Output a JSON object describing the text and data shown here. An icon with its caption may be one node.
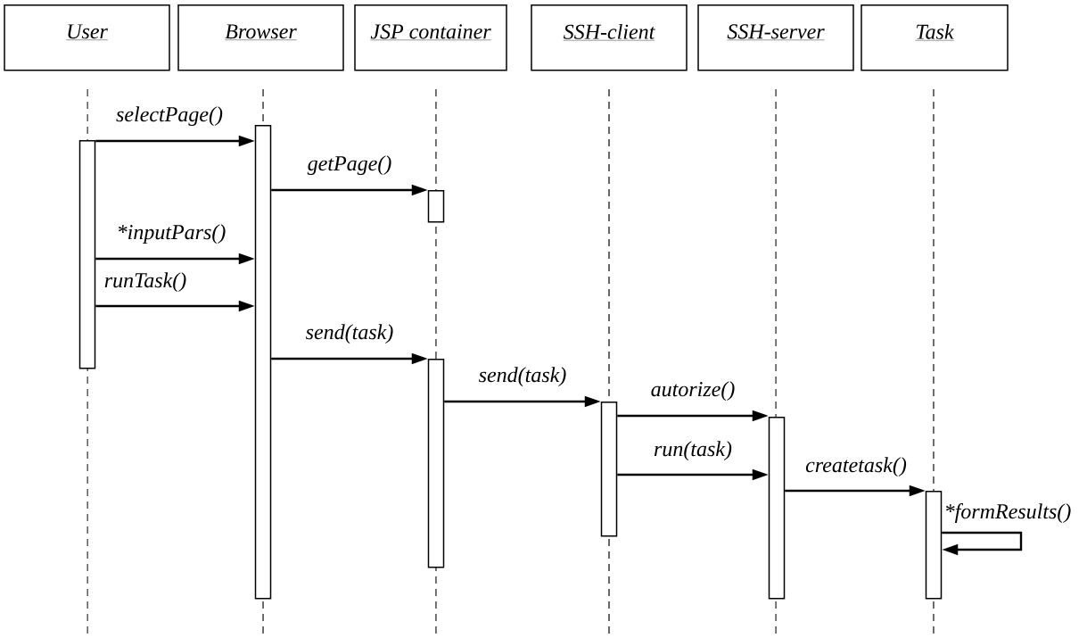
{
  "diagram": {
    "nodes": [
      {
        "text": [
          "User"
        ]
      },
      {
        "text": [
          "Browser"
        ]
      },
      {
        "text": [
          "JSP container"
        ]
      },
      {
        "text": [
          "SSH-client"
        ]
      },
      {
        "text": [
          "SSH-server"
        ]
      },
      {
        "text": [
          "Task"
        ]
      },
      {
        "text": [],
        "shape": "bar"
      },
      {
        "text": [],
        "shape": "bar"
      },
      {
        "text": [],
        "shape": "bar"
      },
      {
        "text": [],
        "shape": "bar"
      },
      {
        "text": [],
        "shape": "bar"
      },
      {
        "text": [],
        "shape": "bar"
      },
      {
        "text": [],
        "shape": "bar"
      }
    ],
    "edges": [
      {
        "from": 6,
        "to": 7,
        "arrow": "to",
        "label": "selectPage()"
      },
      {
        "from": 7,
        "to": 8,
        "arrow": "to",
        "label": "getPage()"
      },
      {
        "from": 6,
        "to": 7,
        "arrow": "to",
        "label": "*inputPars()"
      },
      {
        "from": 6,
        "to": 7,
        "arrow": "to",
        "label": "runTask()"
      },
      {
        "from": 7,
        "to": 9,
        "arrow": "to",
        "label": "send(task)"
      },
      {
        "from": 9,
        "to": 10,
        "arrow": "to",
        "label": "send(task)"
      },
      {
        "from": 10,
        "to": 11,
        "arrow": "to",
        "label": "autorize()"
      },
      {
        "from": 10,
        "to": 11,
        "arrow": "to",
        "label": "run(task)"
      },
      {
        "from": 11,
        "to": 12,
        "arrow": "to",
        "label": "createtask()"
      },
      {
        "from": 12,
        "to": 12,
        "arrow": "to",
        "label": "*formResults()"
      }
    ]
  }
}
